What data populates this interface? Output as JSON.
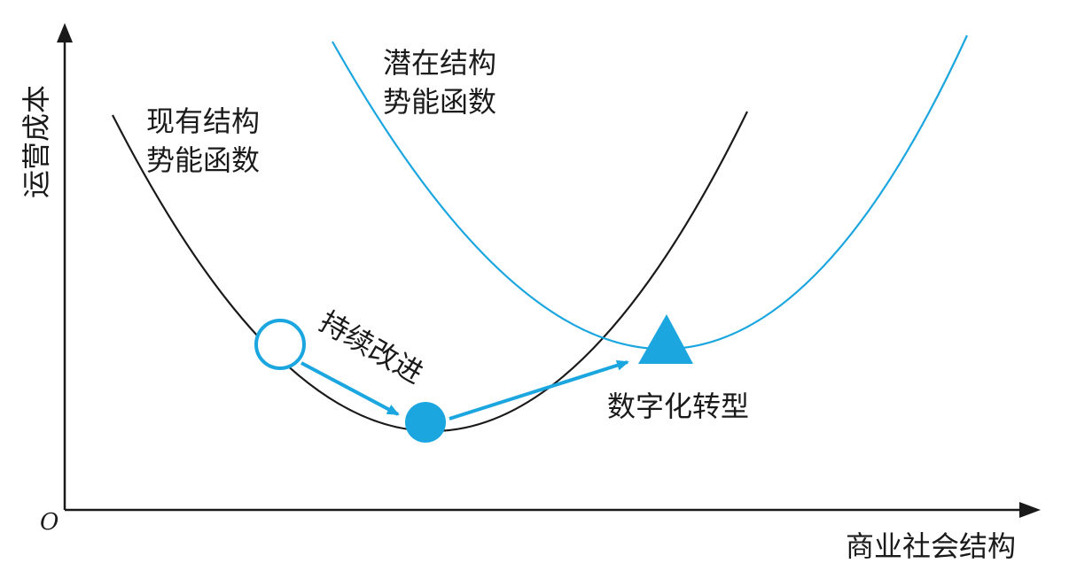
{
  "axes": {
    "origin_label": "O",
    "y_label": "运营成本",
    "x_label": "商业社会结构"
  },
  "curves": {
    "existing": {
      "label_line1": "现有结构",
      "label_line2": "势能函数",
      "color": "#1a1a1a"
    },
    "potential": {
      "label_line1": "潜在结构",
      "label_line2": "势能函数",
      "color": "#1ba6e0"
    }
  },
  "annotations": {
    "continuous_improvement": "持续改进",
    "digital_transformation": "数字化转型"
  },
  "markers": {
    "start": "open-circle",
    "optimum": "filled-circle",
    "target": "filled-triangle",
    "accent_color": "#1ba6e0"
  }
}
